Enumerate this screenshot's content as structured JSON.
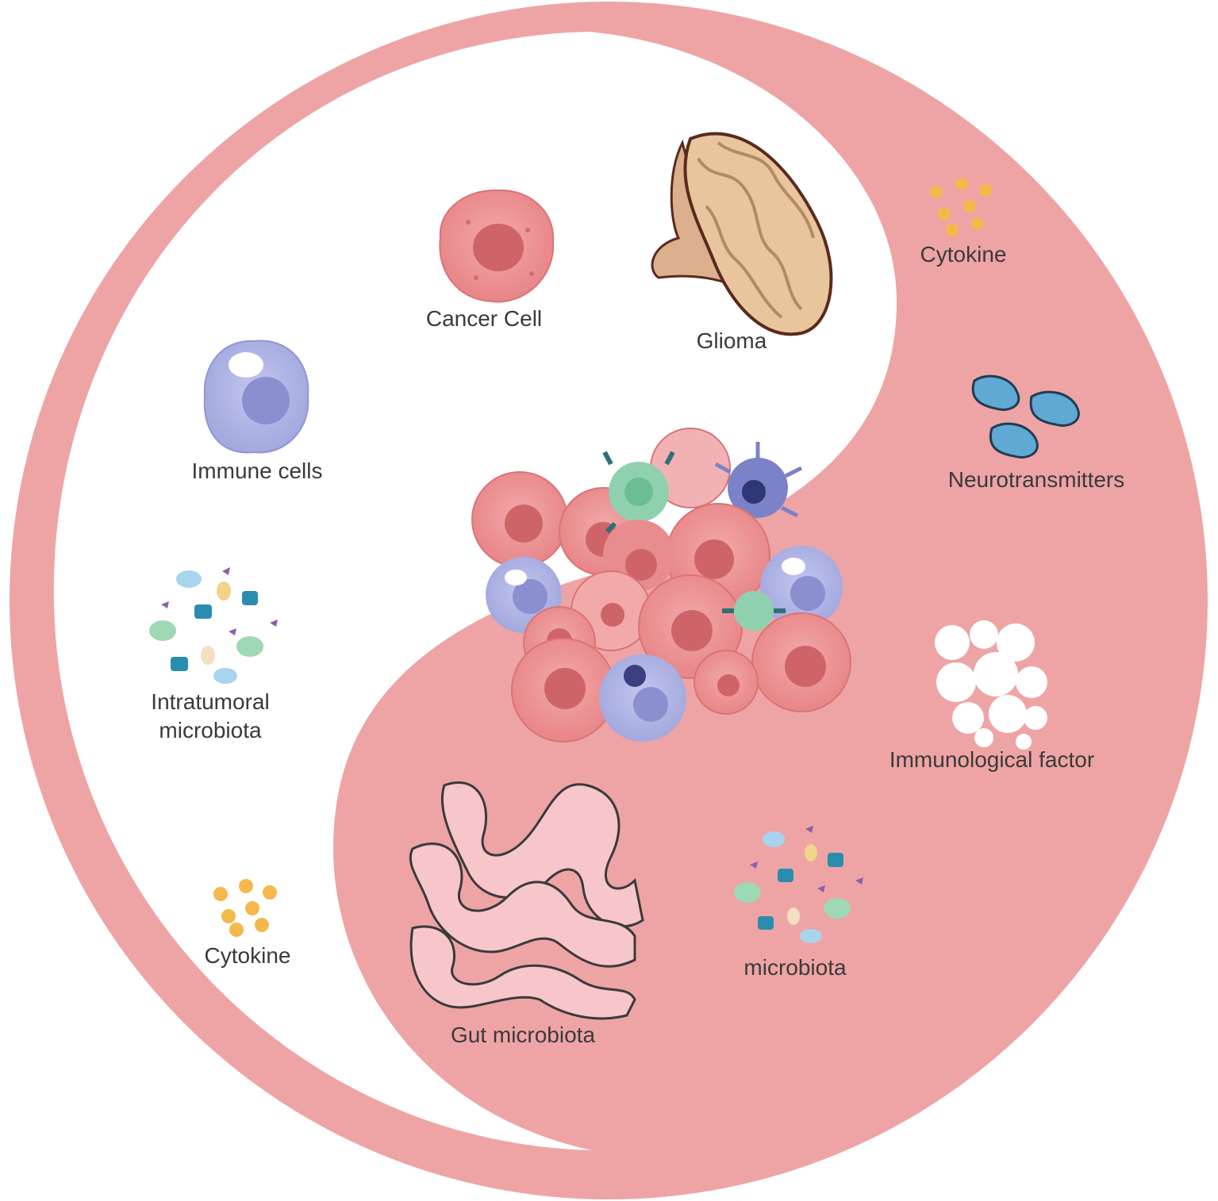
{
  "labels": {
    "cancer_cell": "Cancer Cell",
    "glioma": "Glioma",
    "cytokine_top": "Cytokine",
    "immune_cells": "Immune cells",
    "neurotransmitters": "Neurotransmitters",
    "intratumoral_line1": "Intratumoral",
    "intratumoral_line2": "microbiota",
    "immunological_factor": "Immunological factor",
    "cytokine_bottom": "Cytokine",
    "microbiota": "microbiota",
    "gut_microbiota": "Gut microbiota"
  },
  "colors": {
    "ring_pink": "#eea4a5",
    "white": "#ffffff",
    "cancer_red": "#e88d8f",
    "cancer_nucleus": "#cf6468",
    "immune_purple": "#aab0e2",
    "immune_nucleus": "#8b8fd0",
    "cytokine_yellow": "#f4b94a",
    "neuro_blue": "#5fa9d4",
    "gut_pink": "#f7c6ca",
    "brain_tan": "#e9c59e",
    "t_cell_green": "#8fd1ae"
  }
}
